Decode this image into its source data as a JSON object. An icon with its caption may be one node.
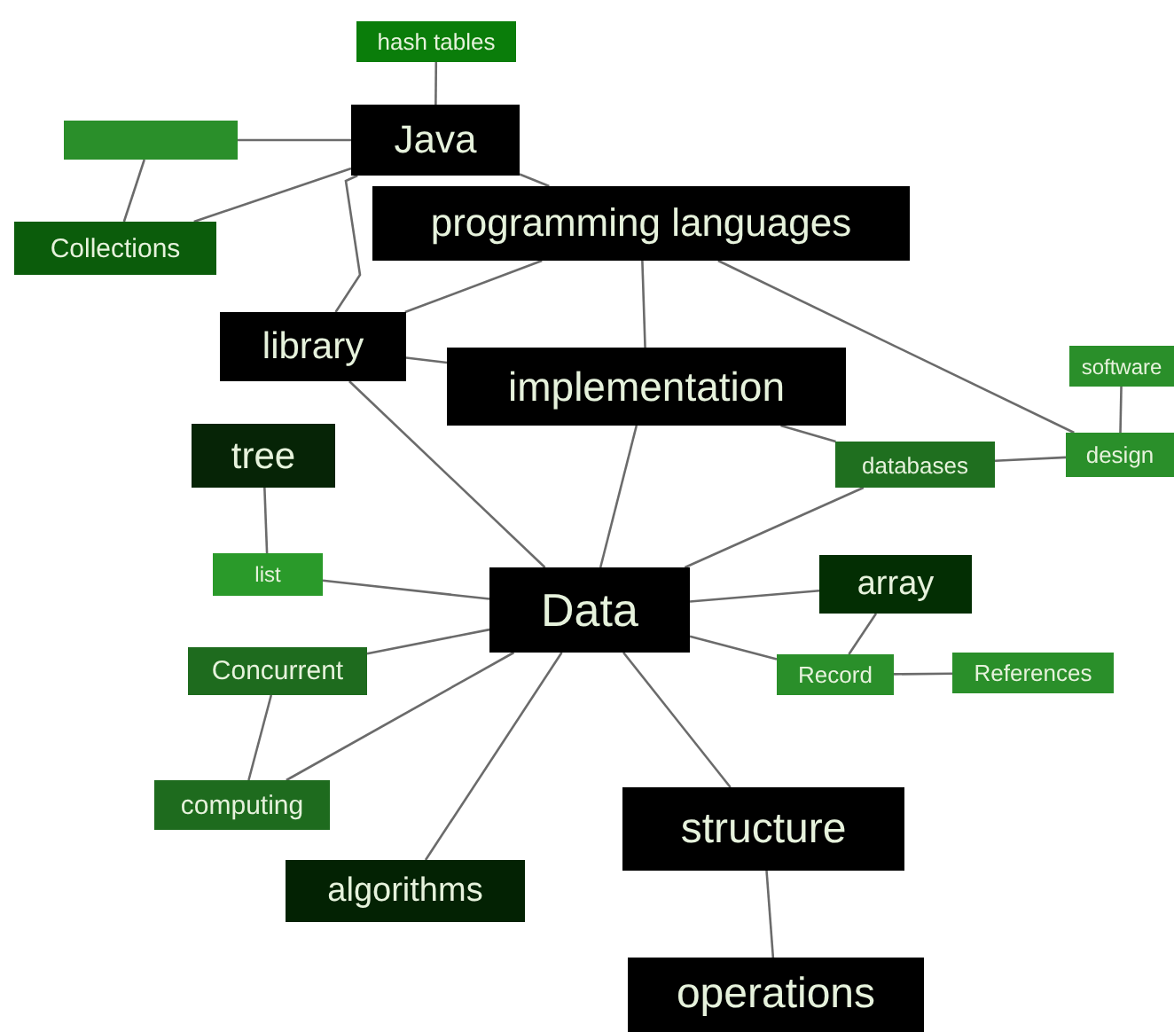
{
  "diagram": {
    "nodes": [
      {
        "text": [
          "hash tables"
        ]
      },
      {
        "text": [
          "Java"
        ]
      },
      {
        "text": [],
        "shape": "box"
      },
      {
        "text": [
          "Collections"
        ]
      },
      {
        "text": [
          "programming languages"
        ]
      },
      {
        "text": [
          "library"
        ]
      },
      {
        "text": [
          "implementation"
        ]
      },
      {
        "text": [
          "software"
        ]
      },
      {
        "text": [
          "design"
        ]
      },
      {
        "text": [
          "databases"
        ]
      },
      {
        "text": [
          "tree"
        ]
      },
      {
        "text": [
          "list"
        ]
      },
      {
        "text": [
          "Data"
        ]
      },
      {
        "text": [
          "array"
        ]
      },
      {
        "text": [
          "Record"
        ]
      },
      {
        "text": [
          "References"
        ]
      },
      {
        "text": [
          "Concurrent"
        ]
      },
      {
        "text": [
          "computing"
        ]
      },
      {
        "text": [
          "algorithms"
        ]
      },
      {
        "text": [
          "structure"
        ]
      },
      {
        "text": [
          "operations"
        ]
      }
    ],
    "edges": [
      {
        "from": 0,
        "to": 1,
        "arrow": "none"
      },
      {
        "from": 2,
        "to": 1,
        "arrow": "none"
      },
      {
        "from": 2,
        "to": 3,
        "arrow": "none"
      },
      {
        "from": 3,
        "to": 1,
        "arrow": "none"
      },
      {
        "from": 1,
        "to": 4,
        "arrow": "none"
      },
      {
        "from": 1,
        "to": 5,
        "arrow": "none"
      },
      {
        "from": 4,
        "to": 5,
        "arrow": "none"
      },
      {
        "from": 4,
        "to": 6,
        "arrow": "none"
      },
      {
        "from": 4,
        "to": 8,
        "arrow": "none"
      },
      {
        "from": 5,
        "to": 6,
        "arrow": "none"
      },
      {
        "from": 5,
        "to": 12,
        "arrow": "none"
      },
      {
        "from": 6,
        "to": 12,
        "arrow": "none"
      },
      {
        "from": 6,
        "to": 9,
        "arrow": "none"
      },
      {
        "from": 9,
        "to": 8,
        "arrow": "none"
      },
      {
        "from": 7,
        "to": 8,
        "arrow": "none"
      },
      {
        "from": 9,
        "to": 12,
        "arrow": "none"
      },
      {
        "from": 10,
        "to": 11,
        "arrow": "none"
      },
      {
        "from": 11,
        "to": 12,
        "arrow": "none"
      },
      {
        "from": 12,
        "to": 13,
        "arrow": "none"
      },
      {
        "from": 12,
        "to": 14,
        "arrow": "none"
      },
      {
        "from": 13,
        "to": 14,
        "arrow": "none"
      },
      {
        "from": 14,
        "to": 15,
        "arrow": "none"
      },
      {
        "from": 16,
        "to": 12,
        "arrow": "none"
      },
      {
        "from": 16,
        "to": 17,
        "arrow": "none"
      },
      {
        "from": 17,
        "to": 12,
        "arrow": "none"
      },
      {
        "from": 18,
        "to": 12,
        "arrow": "none"
      },
      {
        "from": 12,
        "to": 19,
        "arrow": "none"
      },
      {
        "from": 19,
        "to": 20,
        "arrow": "none"
      }
    ]
  }
}
